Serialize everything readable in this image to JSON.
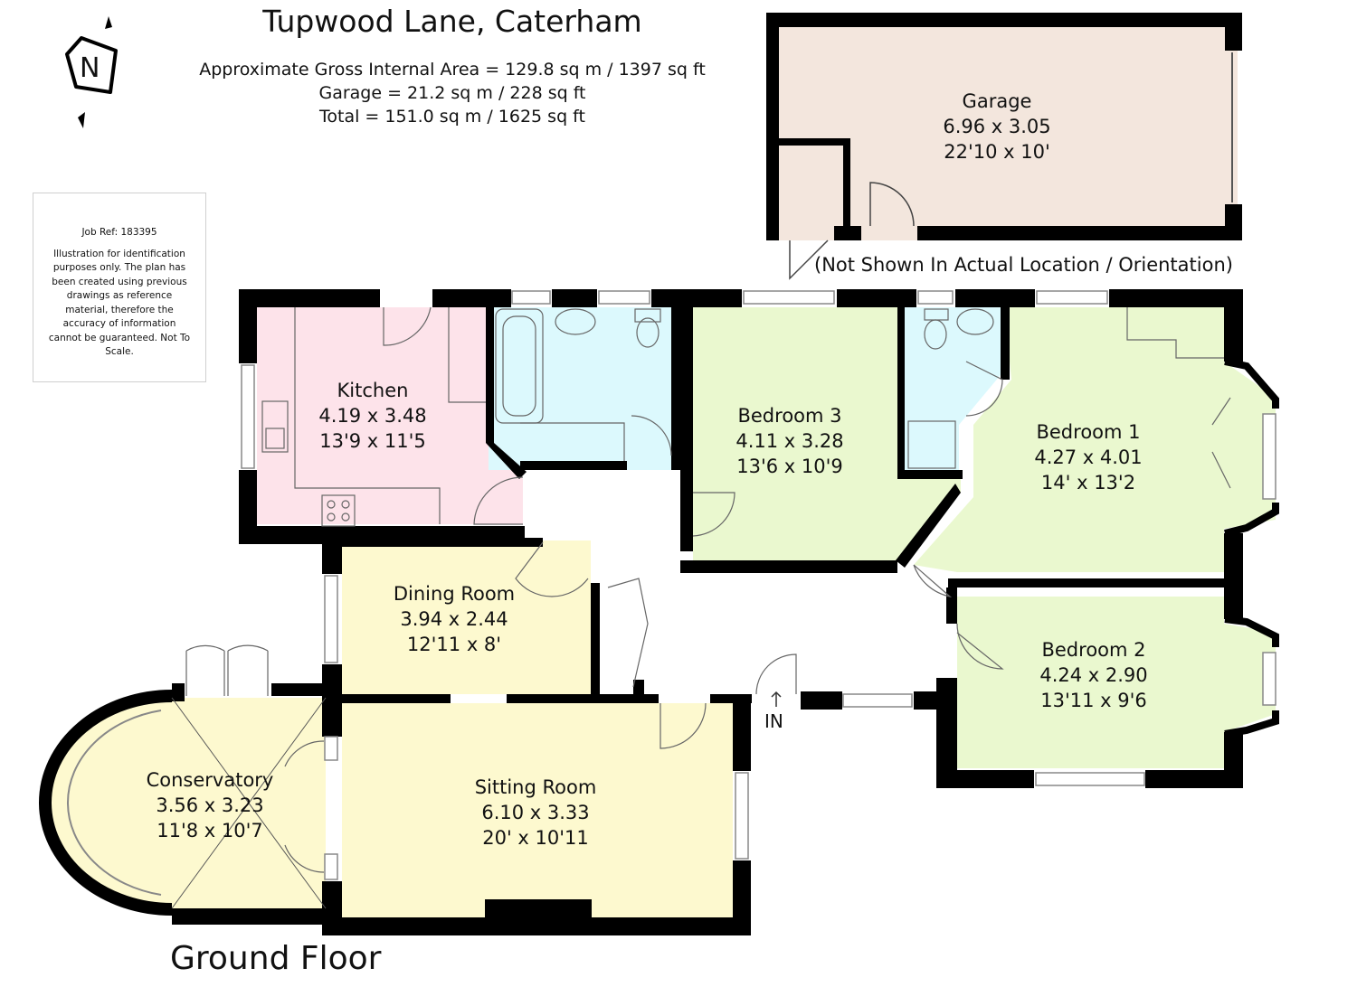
{
  "header": {
    "title": "Tupwood Lane, Caterham",
    "area_lines": [
      "Approximate Gross Internal Area = 129.8 sq m / 1397 sq ft",
      "Garage = 21.2 sq m / 228 sq ft",
      "Total = 151.0 sq m / 1625 sq ft"
    ]
  },
  "compass": {
    "letter": "N",
    "icon": "north-arrow-icon"
  },
  "disclaimer": {
    "job_ref": "Job Ref: 183395",
    "text": "Illustration for identification purposes only. The plan has been created using previous drawings as reference material, therefore the accuracy of information cannot be guaranteed. Not To Scale."
  },
  "garage": {
    "name": "Garage",
    "metric": "6.96 x 3.05",
    "imperial": "22'10 x 10'",
    "note": "(Not Shown In Actual Location / Orientation)"
  },
  "rooms": {
    "kitchen": {
      "name": "Kitchen",
      "metric": "4.19  x 3.48",
      "imperial": "13'9 x 11'5"
    },
    "bedroom3": {
      "name": "Bedroom 3",
      "metric": "4.11 x 3.28",
      "imperial": "13'6  x 10'9"
    },
    "bedroom1": {
      "name": "Bedroom 1",
      "metric": "4.27 x 4.01",
      "imperial": "14'  x 13'2"
    },
    "dining": {
      "name": "Dining Room",
      "metric": "3.94  x 2.44",
      "imperial": "12'11 x 8'"
    },
    "bedroom2": {
      "name": "Bedroom 2",
      "metric": "4.24 x 2.90",
      "imperial": "13'11 x 9'6"
    },
    "conservatory": {
      "name": "Conservatory",
      "metric": "3.56  x 3.23",
      "imperial": "11'8 x 10'7"
    },
    "sitting": {
      "name": "Sitting Room",
      "metric": "6.10  x 3.33",
      "imperial": "20' x 10'11"
    }
  },
  "entrance_label": "IN",
  "floor_name": "Ground Floor",
  "colors": {
    "wall": "#000000",
    "kitchen": "#fde3ea",
    "bathroom": "#dcf9fd",
    "bedroom": "#eaf8cf",
    "living": "#fdf9cf",
    "garage": "#f3e6dd",
    "hall": "#ffffff"
  }
}
